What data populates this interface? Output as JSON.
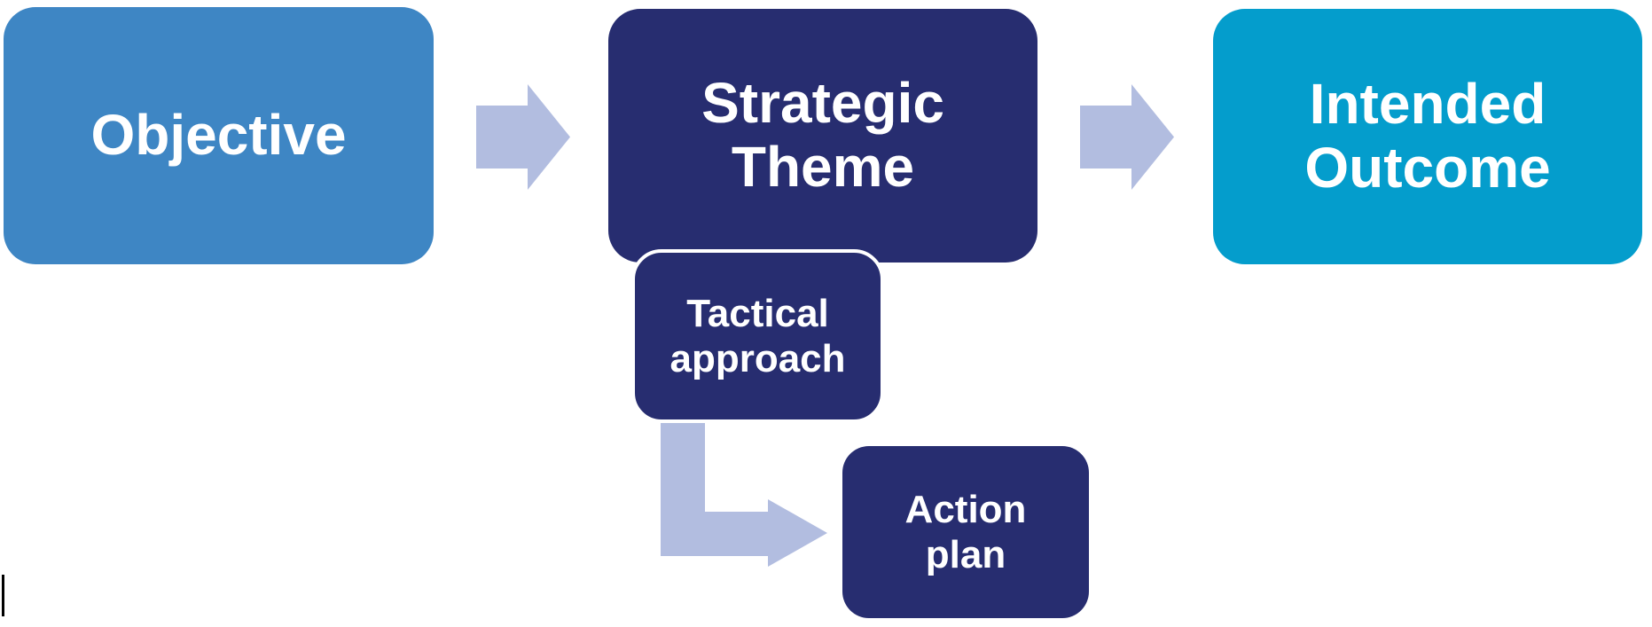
{
  "diagram": {
    "objective": {
      "label": "Objective",
      "color": "#3E86C4"
    },
    "strategic_theme": {
      "label": [
        "Strategic",
        "Theme"
      ],
      "color": "#272D70"
    },
    "intended_outcome": {
      "label": [
        "Intended",
        "Outcome"
      ],
      "color": "#049DCC"
    },
    "tactical_approach": {
      "label": [
        "Tactical",
        "approach"
      ],
      "color": "#272D70"
    },
    "action_plan": {
      "label": [
        "Action",
        "plan"
      ],
      "color": "#272D70"
    },
    "arrow_color": "#B2BDE0"
  }
}
